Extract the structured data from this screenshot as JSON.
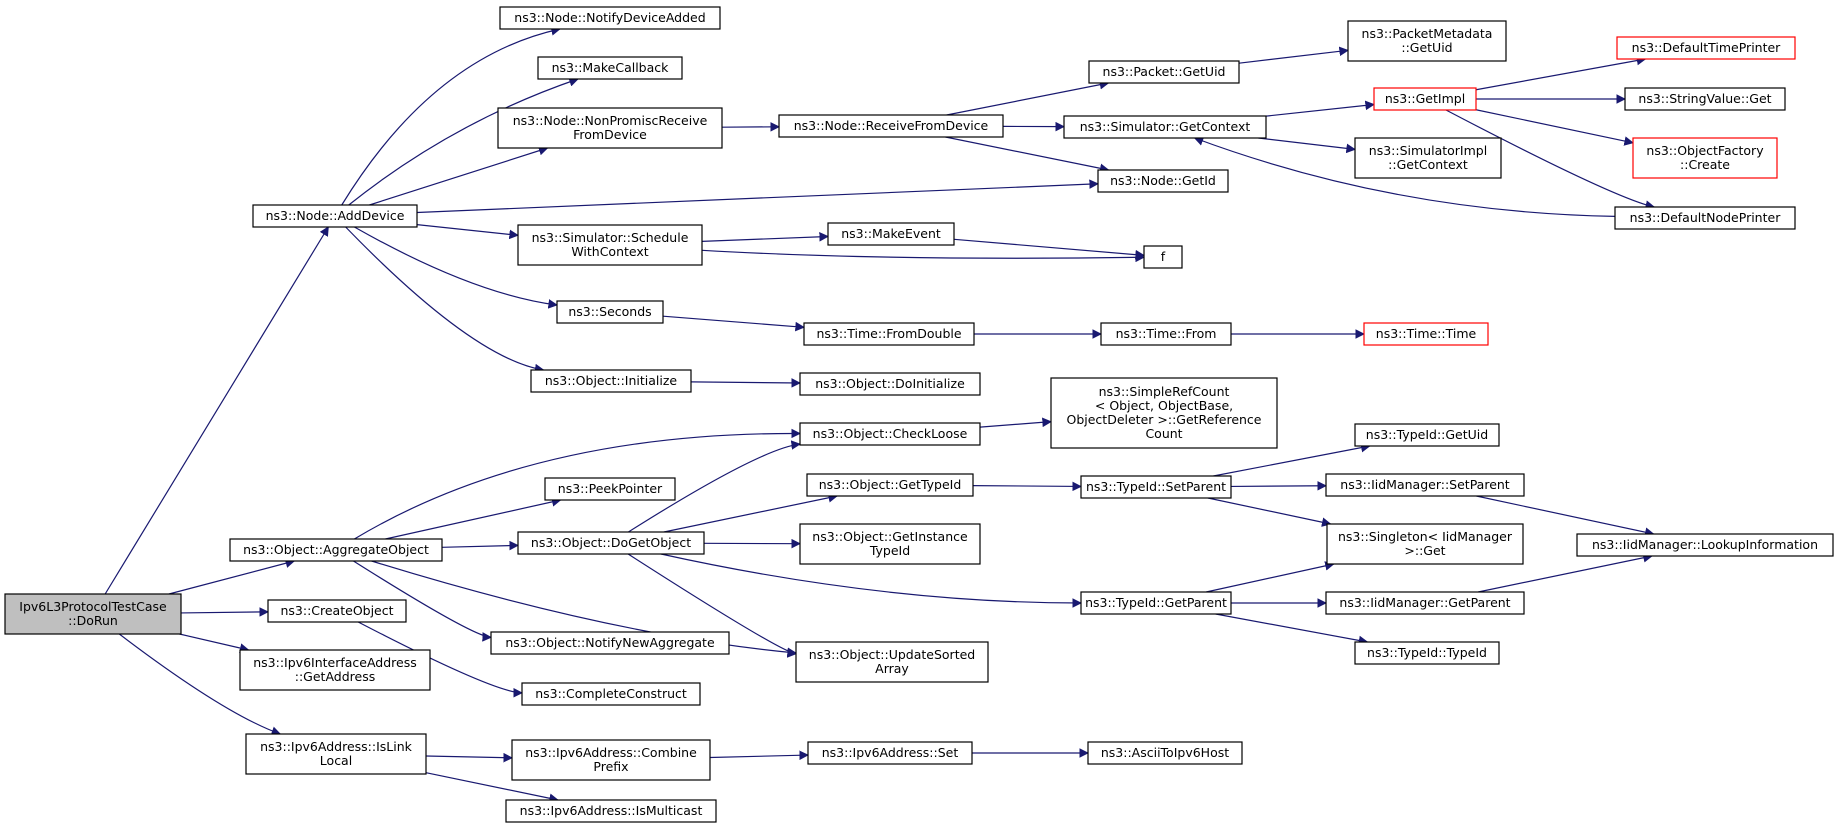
{
  "colors": {
    "edge": "#191970",
    "box_border": "#000000",
    "truncated_border": "#ff0000",
    "root_fill": "#bfbfbf",
    "background": "#ffffff"
  },
  "nodes": [
    {
      "id": "root",
      "lines": [
        "Ipv6L3ProtocolTestCase",
        "::DoRun"
      ],
      "style": "root"
    },
    {
      "id": "addDevice",
      "lines": [
        "ns3::Node::AddDevice"
      ]
    },
    {
      "id": "notifyDeviceAdded",
      "lines": [
        "ns3::Node::NotifyDeviceAdded"
      ]
    },
    {
      "id": "makeCallback",
      "lines": [
        "ns3::MakeCallback"
      ]
    },
    {
      "id": "nonPromisc",
      "lines": [
        "ns3::Node::NonPromiscReceive",
        "FromDevice"
      ]
    },
    {
      "id": "receiveFromDevice",
      "lines": [
        "ns3::Node::ReceiveFromDevice"
      ]
    },
    {
      "id": "packetGetUid",
      "lines": [
        "ns3::Packet::GetUid"
      ]
    },
    {
      "id": "packetMetadataGetUid",
      "lines": [
        "ns3::PacketMetadata",
        "::GetUid"
      ]
    },
    {
      "id": "simGetContext",
      "lines": [
        "ns3::Simulator::GetContext"
      ]
    },
    {
      "id": "getImpl",
      "lines": [
        "ns3::GetImpl"
      ],
      "style": "red"
    },
    {
      "id": "defaultTimePrinter",
      "lines": [
        "ns3::DefaultTimePrinter"
      ],
      "style": "red"
    },
    {
      "id": "stringValueGet",
      "lines": [
        "ns3::StringValue::Get"
      ]
    },
    {
      "id": "objectFactoryCreate",
      "lines": [
        "ns3::ObjectFactory",
        "::Create"
      ],
      "style": "red"
    },
    {
      "id": "defaultNodePrinter",
      "lines": [
        "ns3::DefaultNodePrinter"
      ]
    },
    {
      "id": "simImplGetContext",
      "lines": [
        "ns3::SimulatorImpl",
        "::GetContext"
      ]
    },
    {
      "id": "nodeGetId",
      "lines": [
        "ns3::Node::GetId"
      ]
    },
    {
      "id": "scheduleWithContext",
      "lines": [
        "ns3::Simulator::Schedule",
        "WithContext"
      ]
    },
    {
      "id": "makeEvent",
      "lines": [
        "ns3::MakeEvent"
      ]
    },
    {
      "id": "f",
      "lines": [
        "f"
      ]
    },
    {
      "id": "seconds",
      "lines": [
        "ns3::Seconds"
      ]
    },
    {
      "id": "timeFromDouble",
      "lines": [
        "ns3::Time::FromDouble"
      ]
    },
    {
      "id": "timeFrom",
      "lines": [
        "ns3::Time::From"
      ]
    },
    {
      "id": "timeTime",
      "lines": [
        "ns3::Time::Time"
      ],
      "style": "red"
    },
    {
      "id": "objInitialize",
      "lines": [
        "ns3::Object::Initialize"
      ]
    },
    {
      "id": "objDoInitialize",
      "lines": [
        "ns3::Object::DoInitialize"
      ]
    },
    {
      "id": "simpleRefCount",
      "lines": [
        "ns3::SimpleRefCount",
        "< Object, ObjectBase,",
        "ObjectDeleter >::GetReference",
        "Count"
      ]
    },
    {
      "id": "checkLoose",
      "lines": [
        "ns3::Object::CheckLoose"
      ]
    },
    {
      "id": "peekPointer",
      "lines": [
        "ns3::PeekPointer"
      ]
    },
    {
      "id": "getTypeId",
      "lines": [
        "ns3::Object::GetTypeId"
      ]
    },
    {
      "id": "typeIdSetParent",
      "lines": [
        "ns3::TypeId::SetParent"
      ]
    },
    {
      "id": "typeIdGetUid",
      "lines": [
        "ns3::TypeId::GetUid"
      ]
    },
    {
      "id": "iidSetParent",
      "lines": [
        "ns3::IidManager::SetParent"
      ]
    },
    {
      "id": "iidLookup",
      "lines": [
        "ns3::IidManager::LookupInformation"
      ]
    },
    {
      "id": "singletonGet",
      "lines": [
        "ns3::Singleton< IidManager",
        ">::Get"
      ]
    },
    {
      "id": "aggregateObject",
      "lines": [
        "ns3::Object::AggregateObject"
      ]
    },
    {
      "id": "doGetObject",
      "lines": [
        "ns3::Object::DoGetObject"
      ]
    },
    {
      "id": "getInstanceTypeId",
      "lines": [
        "ns3::Object::GetInstance",
        "TypeId"
      ]
    },
    {
      "id": "typeIdGetParent",
      "lines": [
        "ns3::TypeId::GetParent"
      ]
    },
    {
      "id": "iidGetParent",
      "lines": [
        "ns3::IidManager::GetParent"
      ]
    },
    {
      "id": "typeIdTypeId",
      "lines": [
        "ns3::TypeId::TypeId"
      ]
    },
    {
      "id": "createObject",
      "lines": [
        "ns3::CreateObject"
      ]
    },
    {
      "id": "notifyNewAggregate",
      "lines": [
        "ns3::Object::NotifyNewAggregate"
      ]
    },
    {
      "id": "updateSortedArray",
      "lines": [
        "ns3::Object::UpdateSorted",
        "Array"
      ]
    },
    {
      "id": "ipv6IfaceGetAddress",
      "lines": [
        "ns3::Ipv6InterfaceAddress",
        "::GetAddress"
      ]
    },
    {
      "id": "completeConstruct",
      "lines": [
        "ns3::CompleteConstruct"
      ]
    },
    {
      "id": "isLinkLocal",
      "lines": [
        "ns3::Ipv6Address::IsLink",
        "Local"
      ]
    },
    {
      "id": "combinePrefix",
      "lines": [
        "ns3::Ipv6Address::Combine",
        "Prefix"
      ]
    },
    {
      "id": "ipv6Set",
      "lines": [
        "ns3::Ipv6Address::Set"
      ]
    },
    {
      "id": "asciiToIpv6Host",
      "lines": [
        "ns3::AsciiToIpv6Host"
      ]
    },
    {
      "id": "isMulticast",
      "lines": [
        "ns3::Ipv6Address::IsMulticast"
      ]
    }
  ],
  "edges": [
    {
      "from": "root",
      "to": "addDevice"
    },
    {
      "from": "root",
      "to": "aggregateObject"
    },
    {
      "from": "root",
      "to": "createObject"
    },
    {
      "from": "root",
      "to": "ipv6IfaceGetAddress"
    },
    {
      "from": "root",
      "to": "isLinkLocal"
    },
    {
      "from": "addDevice",
      "to": "notifyDeviceAdded"
    },
    {
      "from": "addDevice",
      "to": "makeCallback"
    },
    {
      "from": "addDevice",
      "to": "nonPromisc"
    },
    {
      "from": "addDevice",
      "to": "nodeGetId"
    },
    {
      "from": "addDevice",
      "to": "scheduleWithContext"
    },
    {
      "from": "addDevice",
      "to": "seconds"
    },
    {
      "from": "addDevice",
      "to": "objInitialize"
    },
    {
      "from": "nonPromisc",
      "to": "receiveFromDevice"
    },
    {
      "from": "receiveFromDevice",
      "to": "packetGetUid"
    },
    {
      "from": "receiveFromDevice",
      "to": "simGetContext"
    },
    {
      "from": "receiveFromDevice",
      "to": "nodeGetId"
    },
    {
      "from": "packetGetUid",
      "to": "packetMetadataGetUid"
    },
    {
      "from": "simGetContext",
      "to": "getImpl"
    },
    {
      "from": "simGetContext",
      "to": "simImplGetContext"
    },
    {
      "from": "getImpl",
      "to": "defaultTimePrinter"
    },
    {
      "from": "getImpl",
      "to": "stringValueGet"
    },
    {
      "from": "getImpl",
      "to": "objectFactoryCreate"
    },
    {
      "from": "getImpl",
      "to": "defaultNodePrinter"
    },
    {
      "from": "defaultNodePrinter",
      "to": "simGetContext"
    },
    {
      "from": "scheduleWithContext",
      "to": "makeEvent"
    },
    {
      "from": "scheduleWithContext",
      "to": "f"
    },
    {
      "from": "makeEvent",
      "to": "f"
    },
    {
      "from": "seconds",
      "to": "timeFromDouble"
    },
    {
      "from": "timeFromDouble",
      "to": "timeFrom"
    },
    {
      "from": "timeFrom",
      "to": "timeTime"
    },
    {
      "from": "objInitialize",
      "to": "objDoInitialize"
    },
    {
      "from": "aggregateObject",
      "to": "checkLoose"
    },
    {
      "from": "aggregateObject",
      "to": "peekPointer"
    },
    {
      "from": "aggregateObject",
      "to": "doGetObject"
    },
    {
      "from": "aggregateObject",
      "to": "notifyNewAggregate"
    },
    {
      "from": "aggregateObject",
      "to": "updateSortedArray"
    },
    {
      "from": "checkLoose",
      "to": "simpleRefCount"
    },
    {
      "from": "doGetObject",
      "to": "checkLoose"
    },
    {
      "from": "doGetObject",
      "to": "getTypeId"
    },
    {
      "from": "doGetObject",
      "to": "getInstanceTypeId"
    },
    {
      "from": "doGetObject",
      "to": "typeIdGetParent"
    },
    {
      "from": "doGetObject",
      "to": "updateSortedArray"
    },
    {
      "from": "getTypeId",
      "to": "typeIdSetParent"
    },
    {
      "from": "typeIdSetParent",
      "to": "typeIdGetUid"
    },
    {
      "from": "typeIdSetParent",
      "to": "iidSetParent"
    },
    {
      "from": "typeIdSetParent",
      "to": "singletonGet"
    },
    {
      "from": "iidSetParent",
      "to": "iidLookup"
    },
    {
      "from": "typeIdGetParent",
      "to": "singletonGet"
    },
    {
      "from": "typeIdGetParent",
      "to": "iidGetParent"
    },
    {
      "from": "typeIdGetParent",
      "to": "typeIdTypeId"
    },
    {
      "from": "iidGetParent",
      "to": "iidLookup"
    },
    {
      "from": "createObject",
      "to": "completeConstruct"
    },
    {
      "from": "isLinkLocal",
      "to": "combinePrefix"
    },
    {
      "from": "isLinkLocal",
      "to": "isMulticast"
    },
    {
      "from": "combinePrefix",
      "to": "ipv6Set"
    },
    {
      "from": "ipv6Set",
      "to": "asciiToIpv6Host"
    }
  ]
}
